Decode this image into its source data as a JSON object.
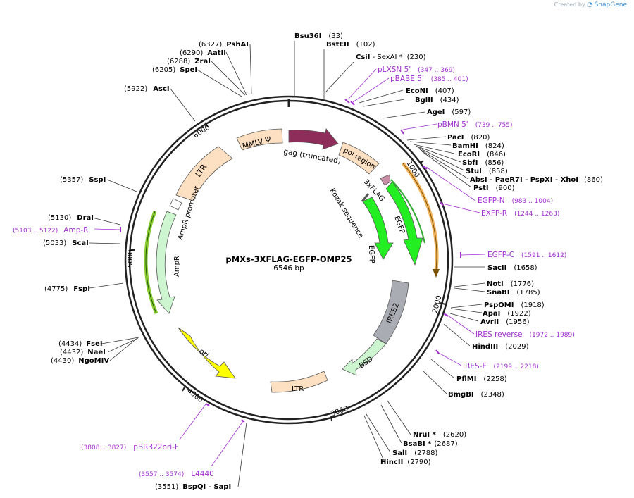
{
  "watermark": {
    "created_by": "Created by",
    "brand": "SnapGene"
  },
  "plasmid": {
    "name": "pMXs-3XFLAG-EGFP-OMP25",
    "length_label": "6546 bp"
  },
  "ticks": [
    "1000",
    "2000",
    "3000",
    "4000",
    "5000",
    "6000"
  ],
  "enzyme_sites": [
    {
      "name": "Bsu36I",
      "pos": "(33)"
    },
    {
      "name": "BstEII",
      "pos": "(102)"
    },
    {
      "name": "CsiI",
      "extra": " - SexAI *",
      "pos": "(230)"
    },
    {
      "name": "EcoNI",
      "pos": "(407)"
    },
    {
      "name": "BglII",
      "pos": "(434)"
    },
    {
      "name": "AgeI",
      "pos": "(597)"
    },
    {
      "name": "PacI",
      "pos": "(820)"
    },
    {
      "name": "BamHI",
      "pos": "(824)"
    },
    {
      "name": "EcoRI",
      "pos": "(846)"
    },
    {
      "name": "SbfI",
      "pos": "(856)"
    },
    {
      "name": "StuI",
      "pos": "(858)"
    },
    {
      "name": "AbsI",
      "extra": " - PaeR7I - PspXI - XhoI",
      "pos": "(860)"
    },
    {
      "name": "PstI",
      "pos": "(900)"
    },
    {
      "name": "SacII",
      "pos": "(1658)"
    },
    {
      "name": "NotI",
      "pos": "(1776)"
    },
    {
      "name": "SnaBI",
      "pos": "(1785)"
    },
    {
      "name": "PspOMI",
      "pos": "(1918)"
    },
    {
      "name": "ApaI",
      "pos": "(1922)"
    },
    {
      "name": "AvrII",
      "pos": "(1956)"
    },
    {
      "name": "HindIII",
      "pos": "(2029)"
    },
    {
      "name": "PflMI",
      "pos": "(2258)"
    },
    {
      "name": "BmgBI",
      "pos": "(2348)"
    },
    {
      "name": "NruI *",
      "pos": "(2620)"
    },
    {
      "name": "BsaBI *",
      "pos": "(2687)"
    },
    {
      "name": "SalI",
      "pos": "(2788)"
    },
    {
      "name": "HincII",
      "pos": "(2790)"
    },
    {
      "name": "BspQI",
      "extra": " - SapI",
      "pos": "(3551)"
    },
    {
      "name": "NgoMIV",
      "pos": "(4430)"
    },
    {
      "name": "NaeI",
      "pos": "(4432)"
    },
    {
      "name": "FseI",
      "pos": "(4434)"
    },
    {
      "name": "FspI",
      "pos": "(4775)"
    },
    {
      "name": "ScaI",
      "pos": "(5033)"
    },
    {
      "name": "DraI",
      "pos": "(5130)"
    },
    {
      "name": "SspI",
      "pos": "(5357)"
    },
    {
      "name": "AscI",
      "pos": "(5922)"
    },
    {
      "name": "SpeI",
      "pos": "(6205)"
    },
    {
      "name": "ZraI",
      "pos": "(6288)"
    },
    {
      "name": "AatII",
      "pos": "(6290)"
    },
    {
      "name": "PshAI",
      "pos": "(6327)"
    }
  ],
  "primers": [
    {
      "name": "pLXSN 5'",
      "range": "(347 .. 369)"
    },
    {
      "name": "pBABE 5'",
      "range": "(385 .. 401)"
    },
    {
      "name": "pBMN 5'",
      "range": "(739 .. 755)"
    },
    {
      "name": "EGFP-N",
      "range": "(983 .. 1004)"
    },
    {
      "name": "EXFP-R",
      "range": "(1244 .. 1263)"
    },
    {
      "name": "EGFP-C",
      "range": "(1591 .. 1612)"
    },
    {
      "name": "IRES reverse",
      "range": "(1972 .. 1989)"
    },
    {
      "name": "IRES-F",
      "range": "(2199 .. 2218)"
    },
    {
      "name": "L4440",
      "range": "(3557 .. 3574)"
    },
    {
      "name": "pBR322ori-F",
      "range": "(3808 .. 3827)"
    },
    {
      "name": "Amp-R",
      "range": "(5103 .. 5122)"
    }
  ],
  "features": [
    {
      "name": "MMLV Ψ"
    },
    {
      "name": "gag (truncated)"
    },
    {
      "name": "pol region"
    },
    {
      "name": "LTR"
    },
    {
      "name": "3xFLAG"
    },
    {
      "name": "Kozak sequence"
    },
    {
      "name": "EGFP"
    },
    {
      "name": "EGFP"
    },
    {
      "name": "AmpR promoter"
    },
    {
      "name": "AmpR"
    },
    {
      "name": "IRES2"
    },
    {
      "name": "BSD"
    },
    {
      "name": "ori"
    },
    {
      "name": "LTR"
    }
  ],
  "colors": {
    "backbone": "#222222",
    "primer": "#a12fd0",
    "ltr": "#fde0c2",
    "gag": "#8e2d5a",
    "egfp": "#22ee22",
    "ampr": "#ccf5d0",
    "ires": "#a9adb3",
    "ori": "#ffff00",
    "flag": "#c98ea6"
  }
}
